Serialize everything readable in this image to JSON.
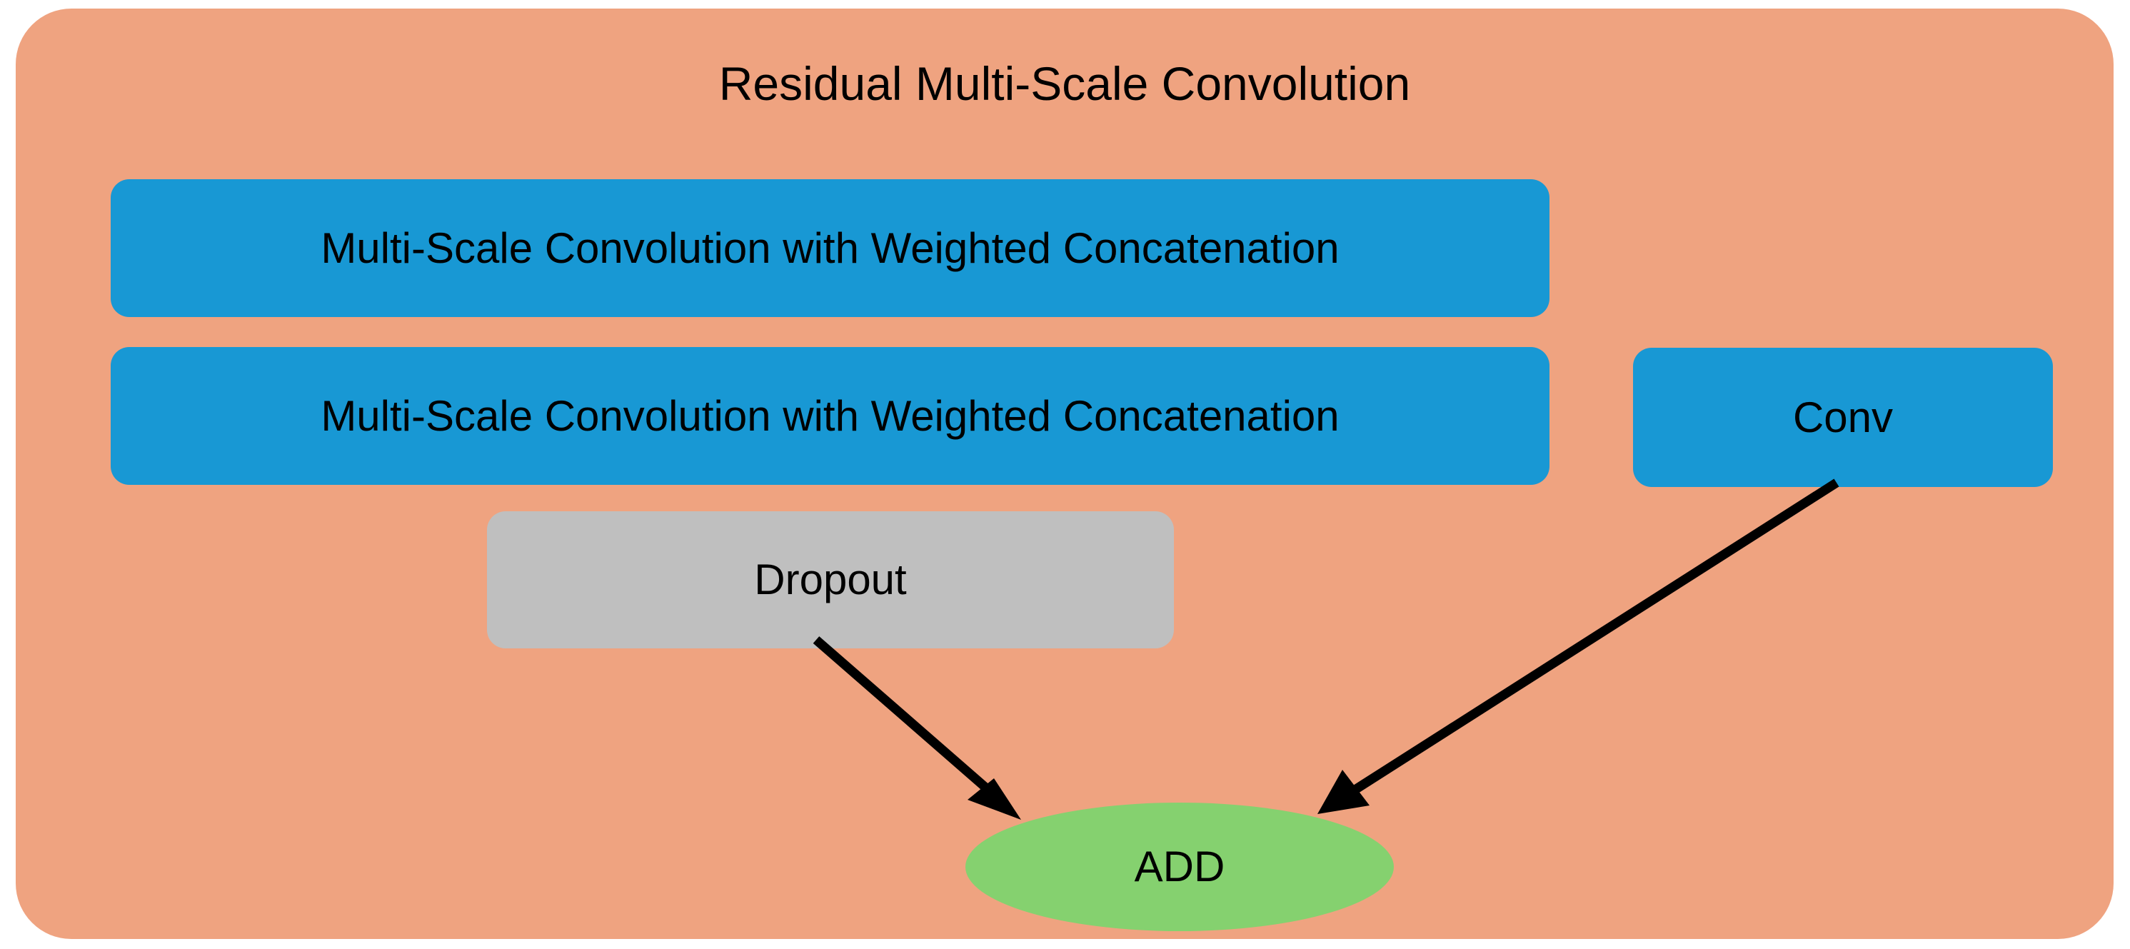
{
  "diagram": {
    "title": "Residual Multi-Scale Convolution",
    "colors": {
      "container_background": "#efa380",
      "primary_block": "#1898d4",
      "dropout_block": "#bfbfbf",
      "add_node": "#85d16f",
      "arrow": "#000000",
      "page_background": "#ffffff",
      "text": "#000000"
    },
    "nodes": [
      {
        "id": "msconv-1",
        "label": "Multi-Scale Convolution with Weighted Concatenation",
        "shape": "rounded-rectangle",
        "fill": "#1898d4"
      },
      {
        "id": "msconv-2",
        "label": "Multi-Scale Convolution with Weighted Concatenation",
        "shape": "rounded-rectangle",
        "fill": "#1898d4"
      },
      {
        "id": "conv",
        "label": "Conv",
        "shape": "rounded-rectangle",
        "fill": "#1898d4"
      },
      {
        "id": "dropout",
        "label": "Dropout",
        "shape": "rounded-rectangle",
        "fill": "#bfbfbf"
      },
      {
        "id": "add",
        "label": "ADD",
        "shape": "ellipse",
        "fill": "#85d16f"
      }
    ],
    "edges": [
      {
        "id": "dropout-to-add",
        "from": "dropout",
        "to": "add",
        "style": "solid",
        "arrowhead": "filled-triangle"
      },
      {
        "id": "conv-to-add",
        "from": "conv",
        "to": "add",
        "style": "solid",
        "arrowhead": "filled-triangle"
      }
    ]
  }
}
